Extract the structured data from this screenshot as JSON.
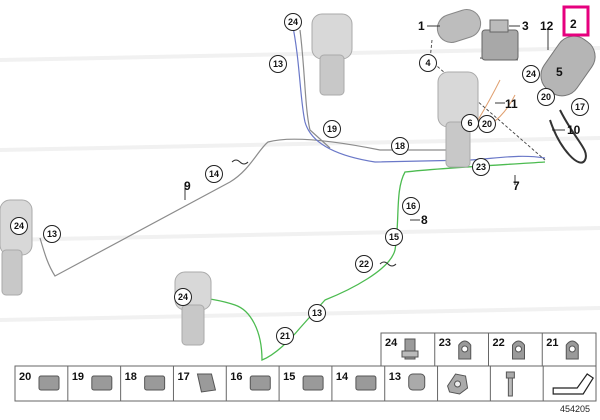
{
  "diagram": {
    "highlight": {
      "label": "2",
      "color": "#e6007e"
    },
    "part_labels": [
      "1",
      "3",
      "12",
      "2",
      "5",
      "11",
      "6",
      "10",
      "7",
      "8",
      "9"
    ],
    "callouts": [
      "24",
      "13",
      "4",
      "24",
      "20",
      "17",
      "19",
      "18",
      "6",
      "20",
      "23",
      "14",
      "24",
      "13",
      "16",
      "15",
      "22",
      "24",
      "13",
      "21"
    ],
    "legend_top": [
      {
        "label": "24",
        "icon": "bolt-nut-icon"
      },
      {
        "label": "23",
        "icon": "double-clip-icon"
      },
      {
        "label": "22",
        "icon": "saddle-clip-icon"
      },
      {
        "label": "21",
        "icon": "round-clip-icon"
      }
    ],
    "legend_bottom": [
      {
        "label": "20",
        "icon": "clip-icon"
      },
      {
        "label": "19",
        "icon": "clip-icon"
      },
      {
        "label": "18",
        "icon": "clip-icon"
      },
      {
        "label": "17",
        "icon": "holder-icon"
      },
      {
        "label": "16",
        "icon": "clip-icon"
      },
      {
        "label": "15",
        "icon": "clip-icon"
      },
      {
        "label": "14",
        "icon": "clip-icon"
      },
      {
        "label": "13",
        "icon": "grommet-icon"
      },
      {
        "label": "",
        "icon": "nut-icon"
      },
      {
        "label": "",
        "icon": "screw-icon"
      },
      {
        "label": "",
        "icon": "arrow-icon"
      }
    ],
    "ref_number": "454205",
    "colors": {
      "line_grey": "#8c8c8c",
      "line_blue": "#6a78c8",
      "line_green": "#4cbb50",
      "line_orange": "#e0a070",
      "part_grey": "#c8c8c8"
    }
  }
}
